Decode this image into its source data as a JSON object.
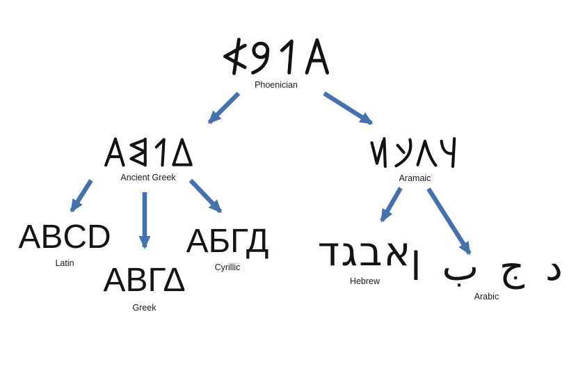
{
  "colors": {
    "background": "#ffffff",
    "ink": "#141414",
    "arrow": "#4472ad"
  },
  "nodes": {
    "phoenician": {
      "label": "Phoenician",
      "sample": "𐤀𐤁𐤂𐤃",
      "glyphs_note": "hand-drawn Phoenician letters aleph, bet, gimel, dalet"
    },
    "ancient_greek": {
      "label": "Ancient Greek",
      "sample": "ΑΒΓΔ",
      "glyphs_note": "archaic Greek letter forms alpha, beta, gamma, delta"
    },
    "aramaic": {
      "label": "Aramaic",
      "sample": "𐡀𐡁𐡂𐡃",
      "glyphs_note": "Aramaic letters aleph, beth, gimel, daleth"
    },
    "latin": {
      "label": "Latin",
      "sample": "ABCD"
    },
    "greek": {
      "label": "Greek",
      "sample": "ΑΒΓΔ"
    },
    "cyrillic": {
      "label": "Cyrillic",
      "sample": "АБГД"
    },
    "hebrew": {
      "label": "Hebrew",
      "sample": "אבגד"
    },
    "arabic": {
      "label": "Arabic",
      "sample": "ا ب ج د"
    }
  },
  "edges": [
    {
      "from": "Phoenician",
      "to": "Ancient Greek"
    },
    {
      "from": "Phoenician",
      "to": "Aramaic"
    },
    {
      "from": "Ancient Greek",
      "to": "Latin"
    },
    {
      "from": "Ancient Greek",
      "to": "Greek"
    },
    {
      "from": "Ancient Greek",
      "to": "Cyrillic"
    },
    {
      "from": "Aramaic",
      "to": "Hebrew"
    },
    {
      "from": "Aramaic",
      "to": "Arabic"
    }
  ]
}
